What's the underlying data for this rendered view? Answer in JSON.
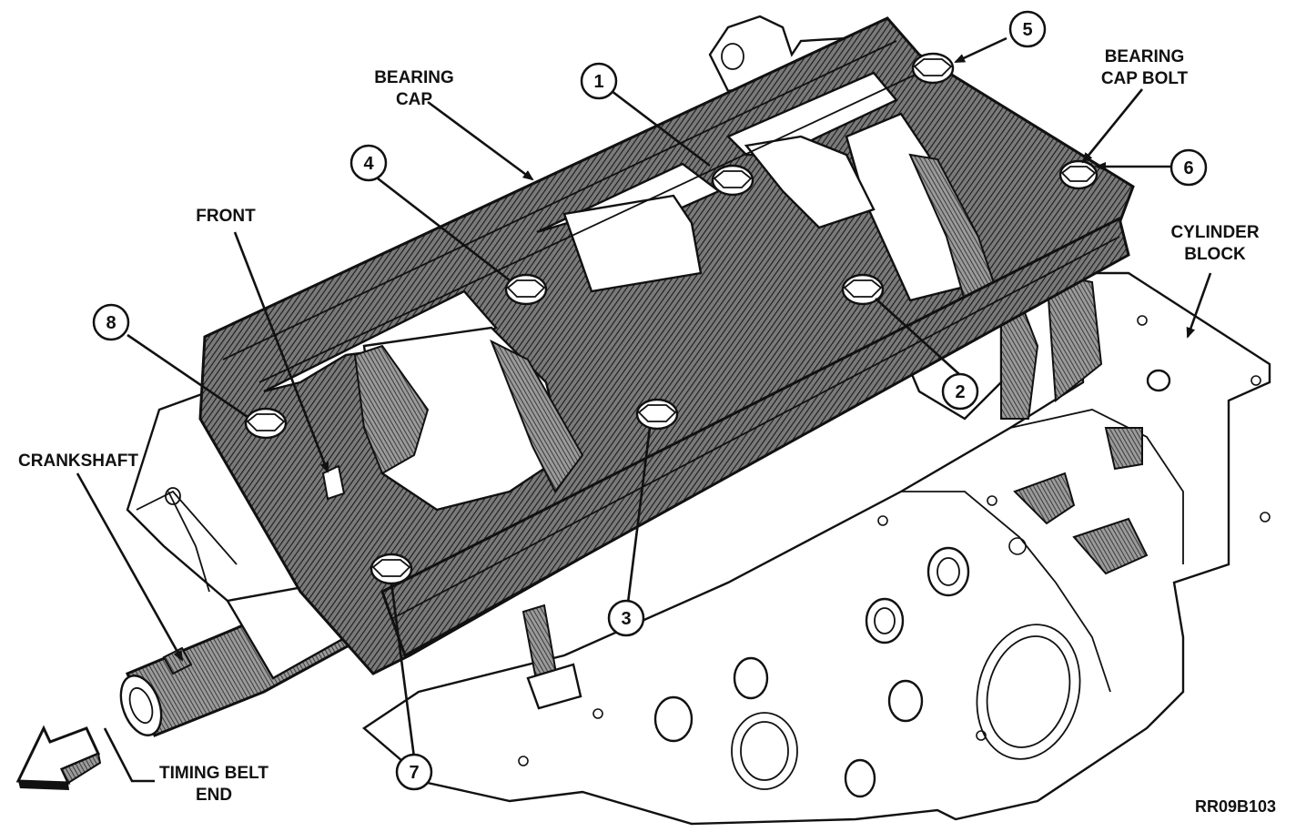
{
  "labels": {
    "bearing_cap": [
      "BEARING",
      "CAP"
    ],
    "bearing_cap_bolt": [
      "BEARING",
      "CAP BOLT"
    ],
    "front": "FRONT",
    "cylinder_block": [
      "CYLINDER",
      "BLOCK"
    ],
    "crankshaft": "CRANKSHAFT",
    "timing_belt_end": [
      "TIMING BELT",
      "END"
    ],
    "figure_code": "RR09B103"
  },
  "callouts": [
    "1",
    "2",
    "3",
    "4",
    "5",
    "6",
    "7",
    "8"
  ]
}
